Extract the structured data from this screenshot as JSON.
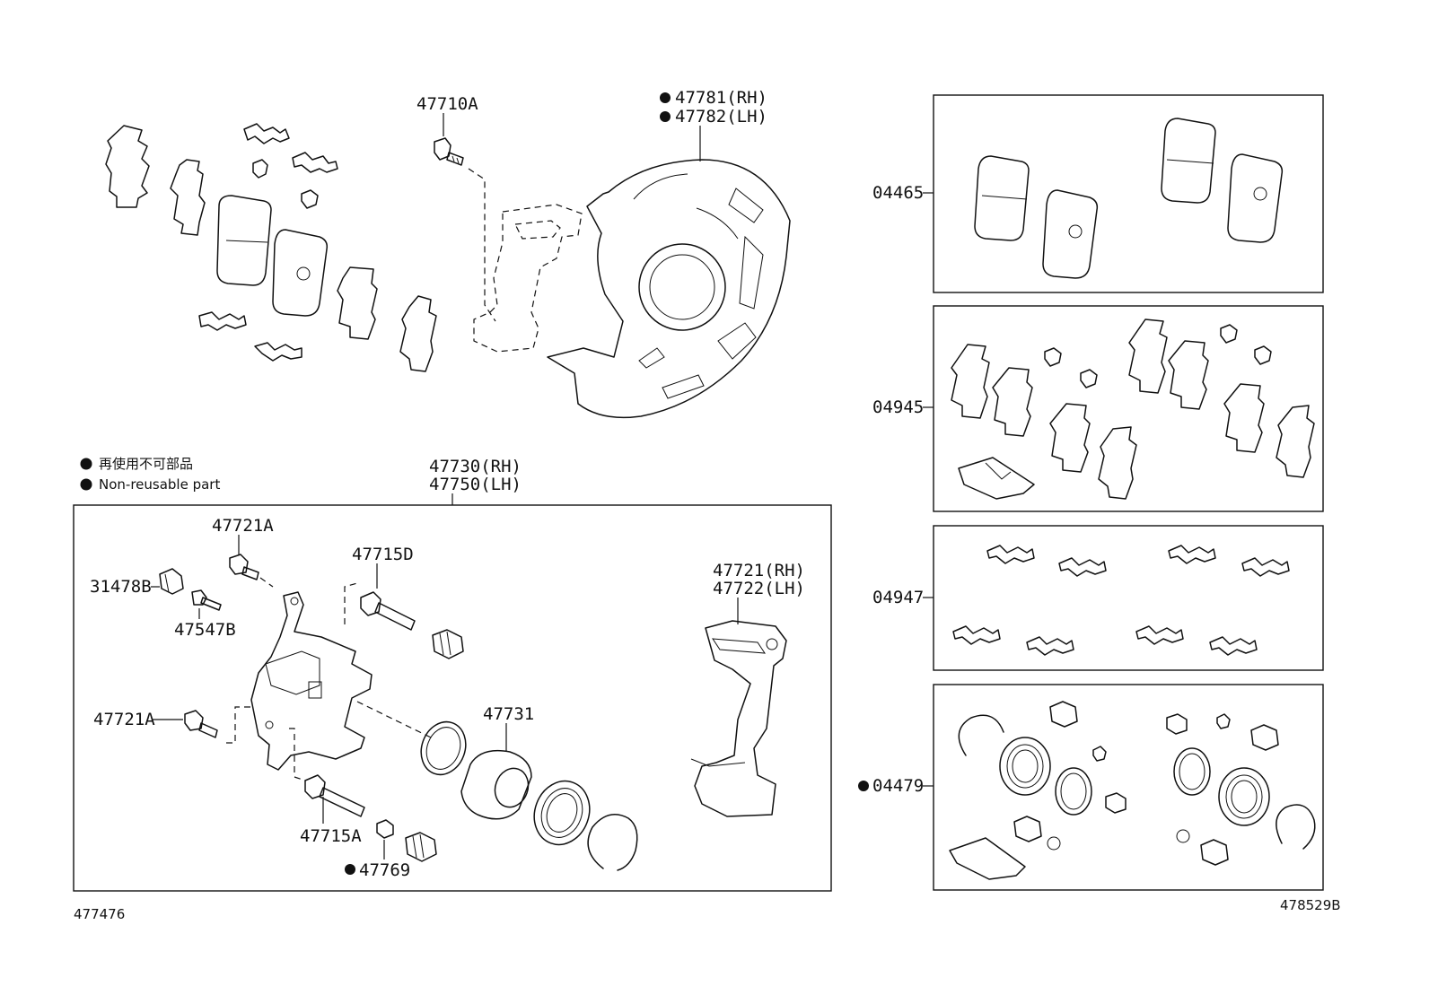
{
  "legend": {
    "mark": "●",
    "line1": "再使用不可部品",
    "line2": "Non-reusable part"
  },
  "footer": {
    "left_code": "477476",
    "right_code": "478529B"
  },
  "labels": {
    "p47710A": "47710A",
    "p47781": "47781(RH)",
    "p47782": "47782(LH)",
    "p47730": "47730(RH)",
    "p47750": "47750(LH)",
    "p47721A_top": "47721A",
    "p31478B": "31478B",
    "p47547B": "47547B",
    "p47715D": "47715D",
    "p47721": "47721(RH)",
    "p47722": "47722(LH)",
    "p47721A_bot": "47721A",
    "p47731": "47731",
    "p47715A": "47715A",
    "p47769": "47769",
    "k04465": "04465",
    "k04945": "04945",
    "k04947": "04947",
    "k04479": "04479"
  },
  "non_reusable_parts": [
    "47781(RH)",
    "47782(LH)",
    "47769",
    "04479"
  ]
}
